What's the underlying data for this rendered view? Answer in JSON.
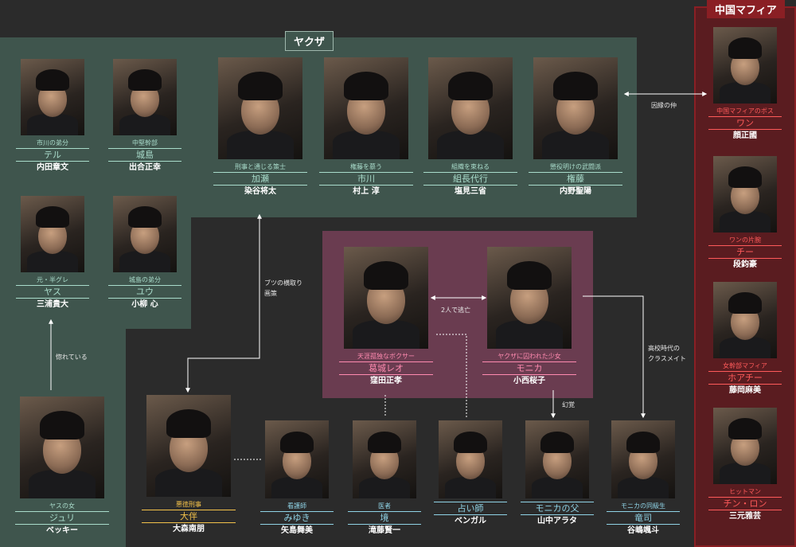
{
  "groups": {
    "yakuza": "ヤクザ",
    "mafia": "中国マフィア"
  },
  "characters": {
    "teru": {
      "role": "市川の弟分",
      "name": "テル",
      "actor": "内田章文",
      "theme": "green"
    },
    "jojima": {
      "role": "中堅幹部",
      "name": "城島",
      "actor": "出合正幸",
      "theme": "green"
    },
    "kase": {
      "role": "刑事と通じる策士",
      "name": "加瀬",
      "actor": "染谷将太",
      "theme": "green"
    },
    "ichikawa": {
      "role": "権藤を慕う",
      "name": "市川",
      "actor": "村上 淳",
      "theme": "green"
    },
    "kumicho": {
      "role": "組織を束ねる",
      "name": "組長代行",
      "actor": "塩見三省",
      "theme": "green"
    },
    "gondo": {
      "role": "懲役明けの武闘派",
      "name": "権藤",
      "actor": "内野聖陽",
      "theme": "green"
    },
    "yasu": {
      "role": "元・半グレ",
      "name": "ヤス",
      "actor": "三浦貴大",
      "theme": "green"
    },
    "yu": {
      "role": "城島の弟分",
      "name": "ユウ",
      "actor": "小柳 心",
      "theme": "green"
    },
    "juri": {
      "role": "ヤスの女",
      "name": "ジュリ",
      "actor": "ベッキー",
      "theme": "green"
    },
    "leo": {
      "role": "天涯孤独なボクサー",
      "name": "葛城レオ",
      "actor": "窪田正孝",
      "theme": "pink"
    },
    "monica": {
      "role": "ヤクザに囚われた少女",
      "name": "モニカ",
      "actor": "小西桜子",
      "theme": "pink"
    },
    "otomo": {
      "role": "悪徳刑事",
      "name": "大伴",
      "actor": "大森南朋",
      "theme": "gold"
    },
    "miyuki": {
      "role": "看護師",
      "name": "みゆき",
      "actor": "矢島舞美",
      "theme": "blue"
    },
    "sakai": {
      "role": "医者",
      "name": "境",
      "actor": "滝藤賢一",
      "theme": "blue"
    },
    "uranaishi": {
      "role": "",
      "name": "占い師",
      "actor": "ベンガル",
      "theme": "blue"
    },
    "father": {
      "role": "",
      "name": "モニカの父",
      "actor": "山中アラタ",
      "theme": "blue"
    },
    "ryuji": {
      "role": "モニカの同級生",
      "name": "竜司",
      "actor": "谷嶋颯斗",
      "theme": "blue"
    },
    "boss": {
      "role": "中国マフィアのボス",
      "name": "ワン",
      "actor": "顔正國",
      "theme": "red"
    },
    "right": {
      "role": "ワンの片腕",
      "name": "チー",
      "actor": "段鈞豪",
      "theme": "red"
    },
    "woman": {
      "role": "女幹部マフィア",
      "name": "ホアチー",
      "actor": "藤岡麻美",
      "theme": "red"
    },
    "hitman": {
      "role": "ヒットマン",
      "name": "チン・ロン",
      "actor": "三元雅芸",
      "theme": "red"
    }
  },
  "relations": {
    "gondo_boss": "因縁の仲",
    "kase_otomo_1": "ブツの横取り",
    "kase_otomo_2": "画策",
    "leo_monica": "2人で逃亡",
    "monica_father": "幻覚",
    "monica_ryuji_1": "高校時代の",
    "monica_ryuji_2": "クラスメイト",
    "juri_yasu": "惚れている"
  },
  "colors": {
    "yakuza": "#3f554d",
    "center": "#6a3c50",
    "mafia": "#5a1c20",
    "green": "#a9dccb",
    "red": "#ff5a5a",
    "pink": "#ff8ab0",
    "gold": "#f4c24a",
    "blue": "#8fd3e6"
  }
}
